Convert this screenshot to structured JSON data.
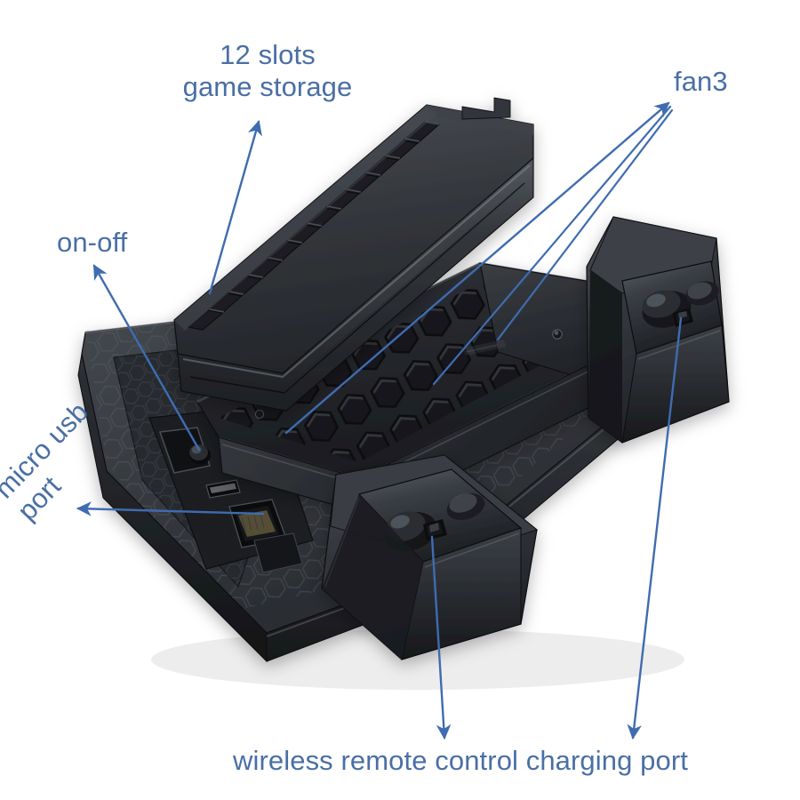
{
  "diagram": {
    "type": "annotated-product-photo",
    "subject": "game console vertical cooling stand with charging dock",
    "background_color": "#ffffff",
    "annotation_color": "#4a6fa5",
    "arrow_color": "#3f6cb0"
  },
  "callouts": {
    "game_storage": "12 slots\ngame storage",
    "fan3": "fan3",
    "on_off": "on-off",
    "micro_usb": "micro usb\nport",
    "wireless_charging": "wireless remote control charging port"
  },
  "product": {
    "body_color": "#2b2d30",
    "shadow_color": "#141517",
    "highlight_color": "#6e747c",
    "parts": [
      {
        "name": "game-storage-rack",
        "slots": 12,
        "label": "12 slots game storage"
      },
      {
        "name": "honeycomb-vent-panel",
        "label": "fan3"
      },
      {
        "name": "power-button",
        "label": "on-off"
      },
      {
        "name": "micro-usb-port",
        "label": "micro usb port"
      },
      {
        "name": "controller-dock-front",
        "label": "wireless remote control charging port"
      },
      {
        "name": "controller-dock-rear",
        "label": "wireless remote control charging port"
      },
      {
        "name": "base-plate",
        "texture": "hexagon"
      },
      {
        "name": "brand-emblem",
        "text": ""
      }
    ]
  }
}
